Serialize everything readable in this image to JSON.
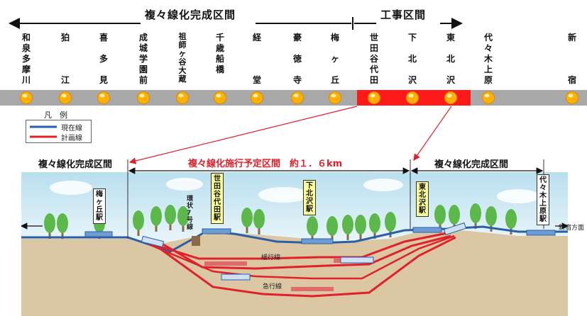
{
  "top_sections": {
    "completed_label": "複々線化完成区間",
    "construction_label": "工事区間"
  },
  "stations": [
    {
      "name": "和泉多摩川",
      "lines": [
        "和",
        "泉",
        "多",
        "摩",
        "川"
      ]
    },
    {
      "name": "狛江",
      "lines": [
        "狛",
        "",
        "",
        "",
        "江"
      ]
    },
    {
      "name": "喜多見",
      "lines": [
        "喜",
        "",
        "多",
        "",
        "見"
      ]
    },
    {
      "name": "成城学園前",
      "lines": [
        "成",
        "城",
        "学",
        "園",
        "前"
      ]
    },
    {
      "name": "祖師ヶ谷大蔵",
      "lines": [
        "祖",
        "師",
        "ヶ",
        "谷",
        "大",
        "蔵"
      ]
    },
    {
      "name": "千歳船橋",
      "lines": [
        "千",
        "歳",
        "船",
        "橋"
      ]
    },
    {
      "name": "経堂",
      "lines": [
        "経",
        "",
        "",
        "",
        "堂"
      ]
    },
    {
      "name": "豪徳寺",
      "lines": [
        "豪",
        "",
        "徳",
        "",
        "寺"
      ]
    },
    {
      "name": "梅ヶ丘",
      "lines": [
        "梅",
        "",
        "ヶ",
        "",
        "丘"
      ]
    },
    {
      "name": "世田谷代田",
      "lines": [
        "世",
        "田",
        "谷",
        "代",
        "田"
      ]
    },
    {
      "name": "下北沢",
      "lines": [
        "下",
        "",
        "北",
        "",
        "沢"
      ]
    },
    {
      "name": "東北沢",
      "lines": [
        "東",
        "",
        "北",
        "",
        "沢"
      ]
    },
    {
      "name": "代々木上原",
      "lines": [
        "代",
        "々",
        "木",
        "上",
        "原"
      ]
    },
    {
      "name": "新宿",
      "lines": [
        "新",
        "",
        "",
        "",
        "宿"
      ]
    }
  ],
  "legend": {
    "title": "凡　例",
    "current": "現在線",
    "planned": "計画線",
    "current_color": "#2a5fa8",
    "planned_color": "#e0202a"
  },
  "sections": {
    "left_completed": "複々線化完成区間",
    "planned": "複々線化施行予定区間　約１．６km",
    "right_completed": "複々線化完成区間"
  },
  "signs": {
    "umegaoka": [
      "梅",
      "ヶ",
      "丘",
      "駅"
    ],
    "setagayadaita": [
      "世",
      "田",
      "谷",
      "代",
      "田",
      "駅"
    ],
    "shimokitazawa": [
      "下",
      "北",
      "沢",
      "駅"
    ],
    "higashikitazawa": [
      "東",
      "北",
      "沢",
      "駅"
    ],
    "yoyogiuehara": [
      "代",
      "々",
      "木",
      "上",
      "原",
      "駅"
    ]
  },
  "labels": {
    "road": "環状7号線",
    "slow_line": "緩行線",
    "express_line": "急行線",
    "shinjuku_dir": "新宿方面"
  },
  "colors": {
    "strip_gray": "#a8a8a8",
    "strip_red": "#ff1a1a",
    "dot": "#ffb000",
    "ground": "#dcc7a4",
    "sky": "#d8eef6"
  }
}
